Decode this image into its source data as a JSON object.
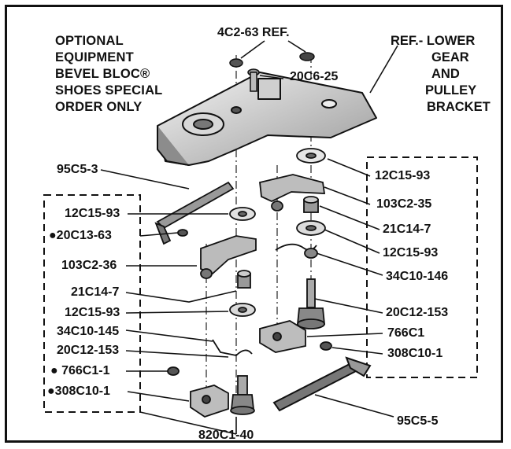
{
  "optional_note": [
    "OPTIONAL",
    "EQUIPMENT",
    "BEVEL BLOC®",
    "SHOES SPECIAL",
    "ORDER ONLY"
  ],
  "ref_lower_gear": [
    "REF.- LOWER",
    "GEAR",
    "AND",
    "PULLEY",
    "BRACKET"
  ],
  "parts": {
    "p_4c2_63": "4C2-63 REF.",
    "p_20c6_25": "20C6-25",
    "p_95c5_3": "95C5-3",
    "p_12c15_93_r1": "12C15-93",
    "p_103c2_35": "103C2-35",
    "p_21c14_7_r": "21C14-7",
    "p_12c15_93_r2": "12C15-93",
    "p_34c10_146": "34C10-146",
    "p_20c12_153_r": "20C12-153",
    "p_766c1": "766C1",
    "p_308c10_1": "308C10-1",
    "p_95c5_5": "95C5-5",
    "p_820c1_40": "820C1-40",
    "p_12c15_93_l1": "12C15-93",
    "p_20c13_63": "●20C13-63",
    "p_103c2_36": "103C2-36",
    "p_21c14_7_l": "21C14-7",
    "p_12c15_93_l2": "12C15-93",
    "p_34c10_145": "34C10-145",
    "p_20c12_153_l": "20C12-153",
    "p_766c1_1": "● 766C1-1",
    "p_308c10_1_l": "●308C10-1"
  }
}
